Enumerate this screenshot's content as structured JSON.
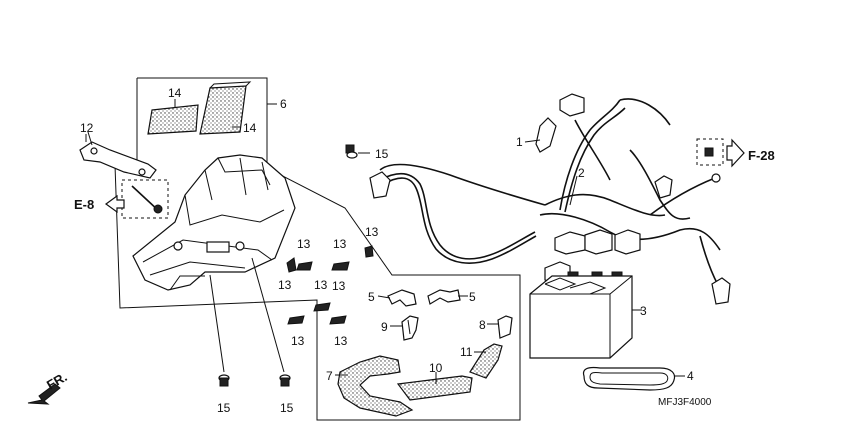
{
  "diagram": {
    "callouts": {
      "c1": "1",
      "c2": "2",
      "c3": "3",
      "c4": "4",
      "c5a": "5",
      "c5b": "5",
      "c6": "6",
      "c7": "7",
      "c8": "8",
      "c9": "9",
      "c10": "10",
      "c11": "11",
      "c12": "12",
      "c13a": "13",
      "c13b": "13",
      "c13c": "13",
      "c13d": "13",
      "c13e": "13",
      "c13f": "13",
      "c13g": "13",
      "c13h": "13",
      "c14a": "14",
      "c14b": "14",
      "c15a": "15",
      "c15b": "15",
      "c15c": "15"
    },
    "ref_left": "E-8",
    "ref_right": "F-28",
    "direction": "FR.",
    "drawing_code": "MFJ3F4000"
  }
}
